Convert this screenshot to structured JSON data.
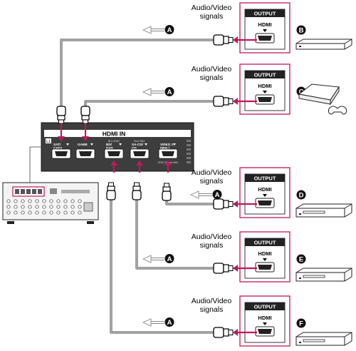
{
  "receiver_panel": {
    "title": "HDMI IN",
    "corner_badge": "L1",
    "ports": [
      {
        "small": "",
        "main": "SAT/\nCATV"
      },
      {
        "small": "",
        "main": "GAME"
      },
      {
        "small": "BLU-RAY/",
        "main": "BD/\nDVD"
      },
      {
        "small": "BLU-RAY",
        "main": "SA-CD/\nCD"
      },
      {
        "small": "",
        "main": "VIDEO 1\n(MHL)"
      }
    ],
    "footnote": "DC5V 900mA MAX"
  },
  "cable_marker": "A",
  "sources": [
    {
      "letter": "B",
      "device": "set-top-box",
      "signal_label": "Audio/Video\nsignals",
      "output_label": "OUTPUT",
      "hdmi_label": "HDMI"
    },
    {
      "letter": "C",
      "device": "game-console",
      "signal_label": "Audio/Video\nsignals",
      "output_label": "OUTPUT",
      "hdmi_label": "HDMI"
    },
    {
      "letter": "D",
      "device": "bd-dvd-player",
      "signal_label": "Audio/Video\nsignals",
      "output_label": "OUTPUT",
      "hdmi_label": "HDMI"
    },
    {
      "letter": "E",
      "device": "sa-cd-player",
      "signal_label": "Audio/Video\nsignals",
      "output_label": "OUTPUT",
      "hdmi_label": "HDMI"
    },
    {
      "letter": "F",
      "device": "video-device",
      "signal_label": "Audio/Video\nsignals",
      "output_label": "OUTPUT",
      "hdmi_label": "HDMI"
    }
  ],
  "colors": {
    "accent": "#c2185b",
    "panel": "#3d3d3d",
    "outline": "#000000"
  }
}
